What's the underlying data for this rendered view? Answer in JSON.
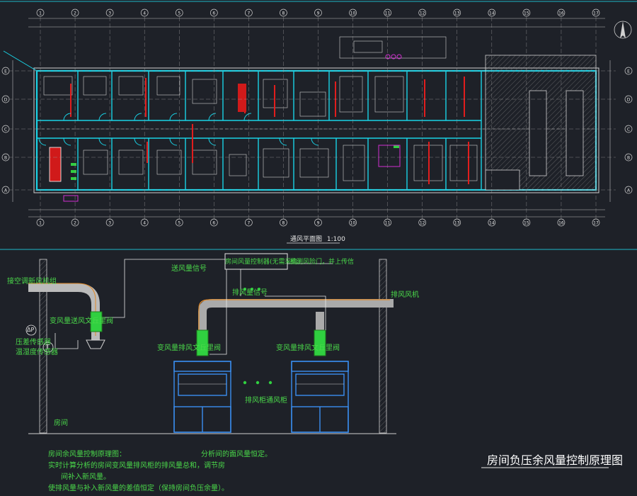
{
  "colors": {
    "background": "#1e2128",
    "wall_cyan": "#19d3e6",
    "grid_white": "#d0d0d0",
    "label_green": "#4ad84a",
    "fire_red": "#e11d1d",
    "duct_orange": "#e08a2a",
    "fume_hood_blue": "#3a8ef0",
    "diagram_border": "#1fb8c9"
  },
  "plan": {
    "title": "通风平面图",
    "scale": "1:100",
    "column_axes": [
      "1",
      "2",
      "3",
      "4",
      "5",
      "6",
      "7",
      "8",
      "9",
      "10",
      "11",
      "12",
      "13",
      "14",
      "15",
      "16",
      "17"
    ],
    "row_axes": [
      "A",
      "B",
      "C",
      "D",
      "E"
    ]
  },
  "schematic": {
    "labels": {
      "controller": "房间风量控制器(无需采购)",
      "door_signal": "检测风险门，并上传信",
      "supply_signal": "送风量信号",
      "exhaust_signal": "排风量信号",
      "exhaust_fan": "排风风机",
      "ac_supply": "接空调新风机组",
      "supply_valve": "变风量送风文丘里阀",
      "exhaust_valve_left": "变风量排风文丘里阀",
      "exhaust_valve_right": "变风量排风文丘里阀",
      "pressure_sensor": "压差传感器",
      "temp_humidity": "温湿度传感器",
      "fume_hood": "排风柜通风柜",
      "room": "房间",
      "dp_tag": "ΔP",
      "t_tag": "T"
    },
    "notes": [
      "房间余风量控制原理图：",
      "实时计算分析的房间变风量排风柜的排风量总和，调节房",
      "间补入新风量。",
      "使排风量与补入新风量的差值恒定（保持房间负压余量）。",
      "分析间的面风量恒定。"
    ],
    "title": "房间负压余风量控制原理图"
  }
}
